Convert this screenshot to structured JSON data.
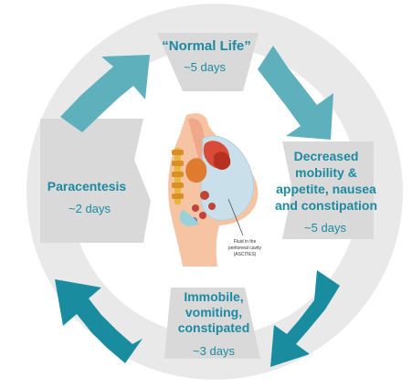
{
  "colors": {
    "outer_ring": "#e9e9e9",
    "segment": "#d9d9d9",
    "arrow_light": "#5fb0bd",
    "arrow_dark": "#1a8c9f",
    "text": "#1c8aa0"
  },
  "stages": {
    "normal_life": {
      "title": "“Normal Life”",
      "duration": "~5 days"
    },
    "decreased": {
      "line1": "Decreased",
      "line2": "mobility &",
      "line3": "appetite, nausea",
      "line4": "and constipation",
      "duration": "~5 days"
    },
    "immobile": {
      "line1": "Immobile,",
      "line2": "vomiting,",
      "line3": "constipated",
      "duration": "~3 days"
    },
    "paracentesis": {
      "title": "Paracentesis",
      "duration": "~2 days"
    }
  },
  "illustration": {
    "caption_line1": "Fluid in the",
    "caption_line2": "peritoneal cavity",
    "caption_line3": "(ASCITES)"
  },
  "arrows": [
    "arrow-right-down",
    "arrow-down-left",
    "arrow-left-up",
    "arrow-up-right"
  ]
}
